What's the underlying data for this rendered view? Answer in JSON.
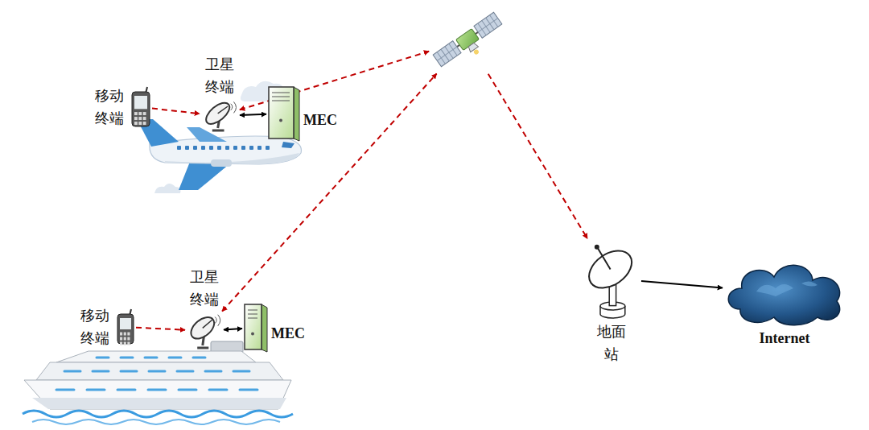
{
  "diagram": {
    "nodes": [
      {
        "text": [
          "移动 终端"
        ]
      },
      {
        "text": [
          "卫星 终端"
        ]
      },
      {
        "text": [
          "MEC"
        ]
      },
      {
        "text": []
      },
      {
        "text": [
          "移动 终端"
        ]
      },
      {
        "text": [
          "卫星 终端"
        ]
      },
      {
        "text": [
          "MEC"
        ]
      },
      {
        "text": [
          "地面站"
        ]
      },
      {
        "text": [
          "Internet"
        ]
      }
    ],
    "edges": [
      {
        "from": 0,
        "to": 1,
        "arrow": "to"
      },
      {
        "from": 1,
        "to": 2,
        "arrow": "both"
      },
      {
        "from": 1,
        "to": 3,
        "arrow": "both"
      },
      {
        "from": 4,
        "to": 5,
        "arrow": "to"
      },
      {
        "from": 5,
        "to": 6,
        "arrow": "both"
      },
      {
        "from": 5,
        "to": 3,
        "arrow": "both"
      },
      {
        "from": 3,
        "to": 7,
        "arrow": "to"
      },
      {
        "from": 7,
        "to": 8,
        "arrow": "to"
      }
    ]
  }
}
